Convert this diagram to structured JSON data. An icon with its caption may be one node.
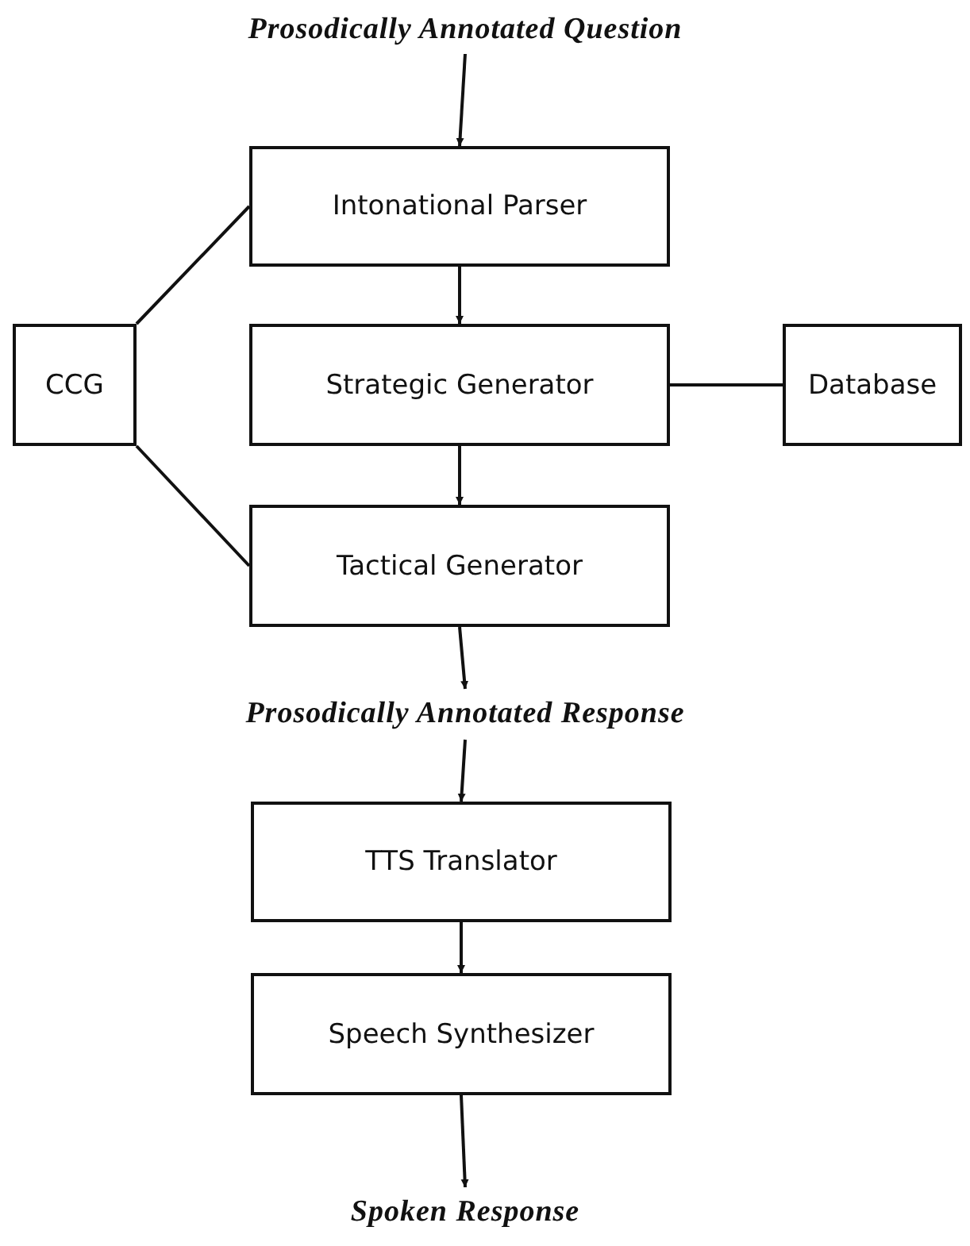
{
  "diagram": {
    "nodes": [
      {
        "text": [
          "Prosodically Annotated Question"
        ]
      },
      {
        "text": [
          "Intonational Parser"
        ]
      },
      {
        "text": [
          "CCG"
        ]
      },
      {
        "text": [
          "Strategic Generator"
        ]
      },
      {
        "text": [
          "Database"
        ]
      },
      {
        "text": [
          "Tactical Generator"
        ]
      },
      {
        "text": [
          "Prosodically Annotated Response"
        ]
      },
      {
        "text": [
          "TTS Translator"
        ]
      },
      {
        "text": [
          "Speech Synthesizer"
        ]
      },
      {
        "text": [
          "Spoken Response"
        ]
      }
    ],
    "edges": [
      {
        "from": 0,
        "to": 1,
        "arrow": "to"
      },
      {
        "from": 2,
        "to": 1,
        "arrow": "none"
      },
      {
        "from": 1,
        "to": 3,
        "arrow": "to"
      },
      {
        "from": 3,
        "to": 4,
        "arrow": "none"
      },
      {
        "from": 2,
        "to": 5,
        "arrow": "none"
      },
      {
        "from": 3,
        "to": 5,
        "arrow": "to"
      },
      {
        "from": 5,
        "to": 6,
        "arrow": "to"
      },
      {
        "from": 6,
        "to": 7,
        "arrow": "to"
      },
      {
        "from": 7,
        "to": 8,
        "arrow": "to"
      },
      {
        "from": 8,
        "to": 9,
        "arrow": "to"
      }
    ]
  }
}
